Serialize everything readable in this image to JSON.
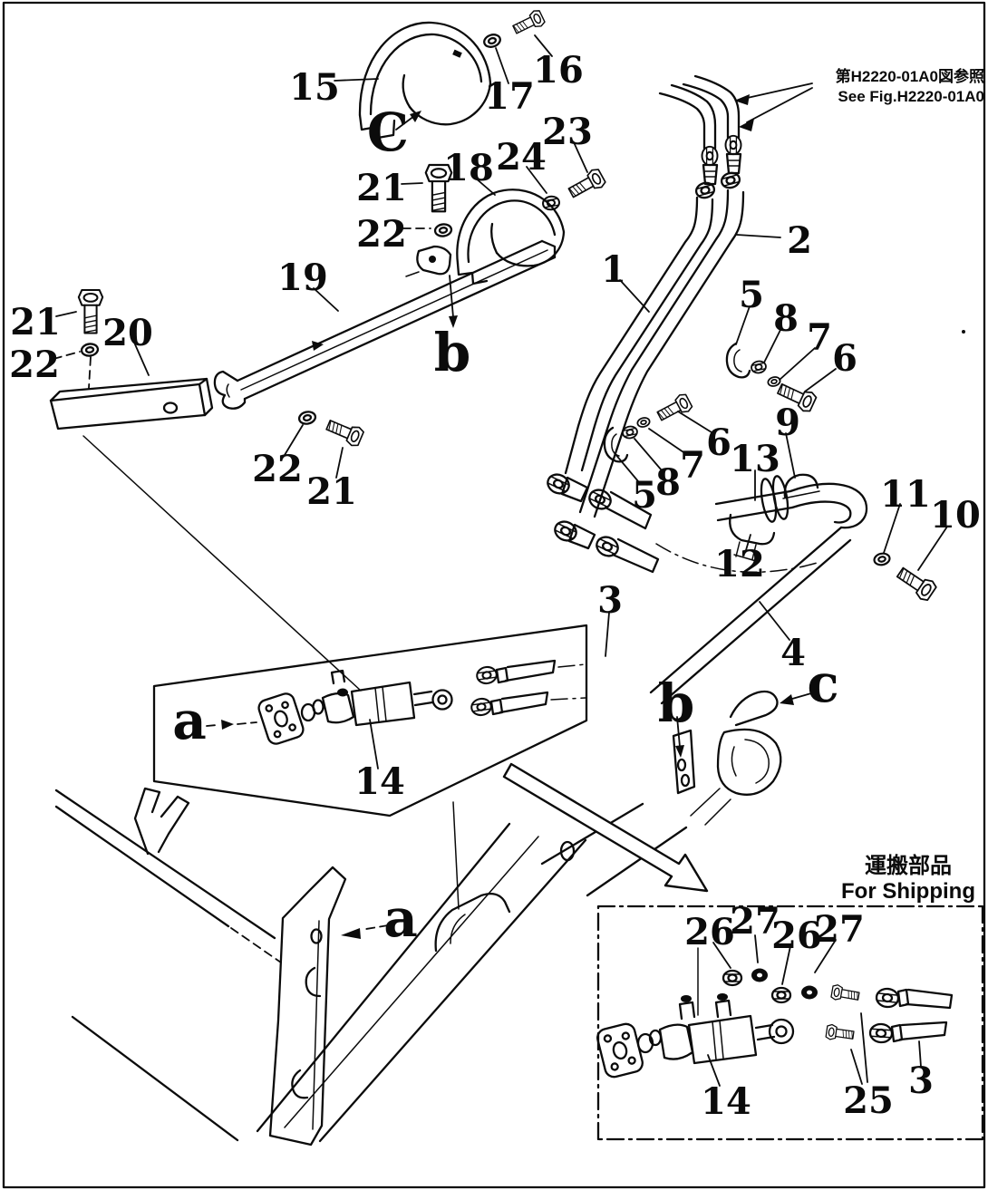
{
  "figure": {
    "kind": "exploded-parts-diagram",
    "ink_color": "#0b0b0b",
    "paper_color": "#ffffff"
  },
  "notes": {
    "see_fig": {
      "jp": "第H2220-01A0図参照",
      "en": "See Fig.H2220-01A0"
    },
    "shipping": {
      "jp": "運搬部品",
      "en": "For Shipping"
    }
  },
  "callouts": [
    {
      "label": "15"
    },
    {
      "label": "17"
    },
    {
      "label": "16"
    },
    {
      "label": "21"
    },
    {
      "label": "22"
    },
    {
      "label": "18"
    },
    {
      "label": "24"
    },
    {
      "label": "23"
    },
    {
      "label": "19"
    },
    {
      "label": "21"
    },
    {
      "label": "22"
    },
    {
      "label": "20"
    },
    {
      "label": "22"
    },
    {
      "label": "21"
    },
    {
      "label": "1"
    },
    {
      "label": "2"
    },
    {
      "label": "5"
    },
    {
      "label": "8"
    },
    {
      "label": "7"
    },
    {
      "label": "6"
    },
    {
      "label": "6"
    },
    {
      "label": "7"
    },
    {
      "label": "8"
    },
    {
      "label": "5"
    },
    {
      "label": "9"
    },
    {
      "label": "13"
    },
    {
      "label": "12"
    },
    {
      "label": "11"
    },
    {
      "label": "10"
    },
    {
      "label": "3"
    },
    {
      "label": "4"
    },
    {
      "label": "14"
    },
    {
      "label": "26"
    },
    {
      "label": "27"
    },
    {
      "label": "26"
    },
    {
      "label": "27"
    },
    {
      "label": "14"
    },
    {
      "label": "25"
    },
    {
      "label": "3"
    }
  ],
  "view_letters": [
    {
      "label": "C"
    },
    {
      "label": "b"
    },
    {
      "label": "b"
    },
    {
      "label": "c"
    },
    {
      "label": "a"
    },
    {
      "label": "a"
    }
  ]
}
